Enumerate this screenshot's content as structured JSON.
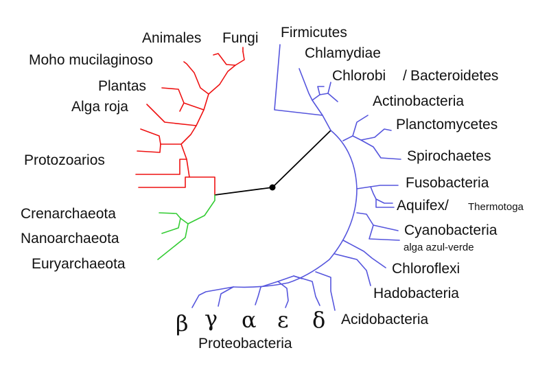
{
  "colors": {
    "eukaryota": "#ee1111",
    "archaea": "#33cc33",
    "bacteria": "#5555dd",
    "root": "#000000"
  },
  "labels": {
    "fungi": "Fungi",
    "animales": "Animales",
    "moho": "Moho mucilaginoso",
    "plantas": "Plantas",
    "alga_roja": "Alga roja",
    "protozoarios": "Protozoarios",
    "crenarchaeota": "Crenarchaeota",
    "nanoarchaeota": "Nanoarchaeota",
    "euryarchaeota": "Euryarchaeota",
    "firmicutes": "Firmicutes",
    "chlamydiae": "Chlamydiae",
    "chlorobi": "Chlorobi",
    "slash": "/",
    "bacteroidetes": "Bacteroidetes",
    "actinobacteria": "Actinobacteria",
    "planctomycetes": "Planctomycetes",
    "spirochaetes": "Spirochaetes",
    "fusobacteria": "Fusobacteria",
    "aquifex": "Aquifex/",
    "thermotoga": "Thermotoga",
    "cyanobacteria": "Cyanobacteria",
    "alga_azul": "alga azul-verde",
    "chloroflexi": "Chloroflexi",
    "hadobacteria": "Hadobacteria",
    "acidobacteria": "Acidobacteria",
    "proteobacteria": "Proteobacteria",
    "beta": "β",
    "gamma": "γ",
    "alpha": "α",
    "epsilon": "ε",
    "delta": "δ"
  }
}
